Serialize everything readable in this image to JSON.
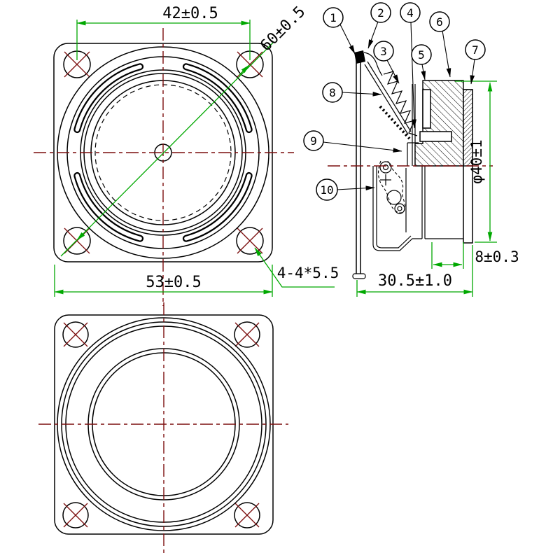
{
  "drawing": {
    "front_view": {
      "dim_hole_spacing": "42±0.5",
      "dim_diagonal": "60±0.5",
      "dim_frame_width": "53±0.5",
      "mounting_holes_note": "4-4*5.5"
    },
    "side_view": {
      "dim_magnet_diameter": "φ40±1",
      "dim_magnet_thickness": "8±0.3",
      "dim_total_depth": "30.5±1.0",
      "callouts": [
        "1",
        "2",
        "3",
        "4",
        "5",
        "6",
        "7",
        "8",
        "9",
        "10"
      ]
    },
    "colors": {
      "dimension_green": "#00a800",
      "centerline_maroon": "#7c0e0e",
      "line_black": "#000000"
    }
  }
}
